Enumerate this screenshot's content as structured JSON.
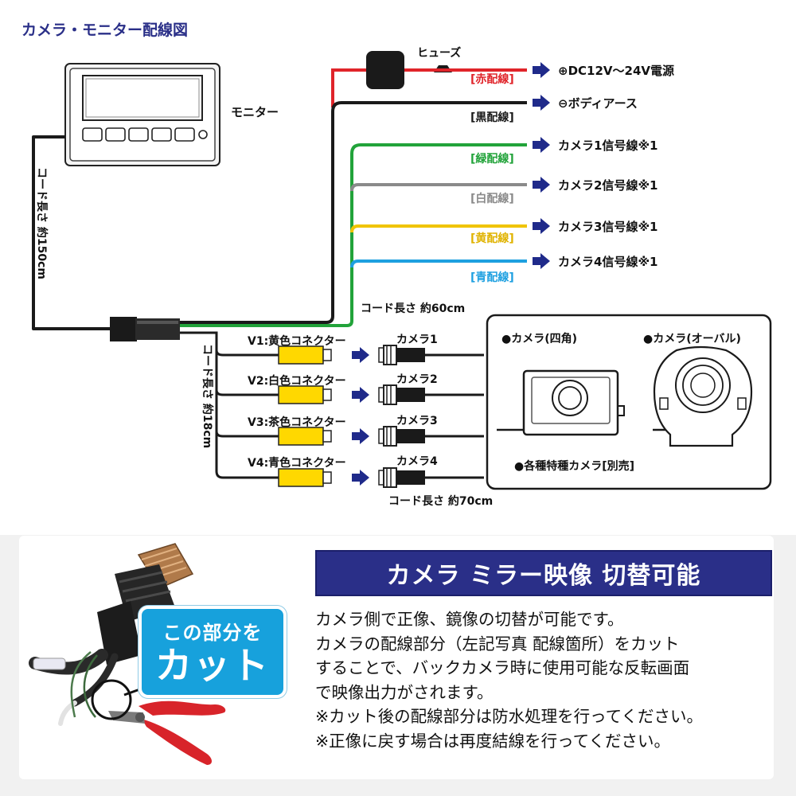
{
  "title": "カメラ・モニター配線図",
  "monitor_label": "モニター",
  "fuse_label": "ヒューズ",
  "monitor_cord_length": "コード長さ 約150cm",
  "branch_cord_length": "コード長さ 約60cm",
  "connector_cord_length": "コード長さ 約18cm",
  "camera_cord_length": "コード長さ 約70cm",
  "wires": [
    {
      "label": "[赤配線]",
      "target": "⊕DC12V～24V電源",
      "color": "#e0242a"
    },
    {
      "label": "[黒配線]",
      "target": "⊖ボディアース",
      "color": "#1a1a1a"
    },
    {
      "label": "[緑配線]",
      "target": "カメラ1信号線※1",
      "color": "#22a33a"
    },
    {
      "label": "[白配線]",
      "target": "カメラ2信号線※1",
      "color": "#8a8a8a"
    },
    {
      "label": "[黄配線]",
      "target": "カメラ3信号線※1",
      "color": "#f0c400"
    },
    {
      "label": "[青配線]",
      "target": "カメラ4信号線※1",
      "color": "#1ea0e0"
    }
  ],
  "connectors": [
    {
      "label": "V1:黄色コネクター",
      "camera": "カメラ1"
    },
    {
      "label": "V2:白色コネクター",
      "camera": "カメラ2"
    },
    {
      "label": "V3:茶色コネクター",
      "camera": "カメラ3"
    },
    {
      "label": "V4:青色コネクター",
      "camera": "カメラ4"
    }
  ],
  "cameras_box": {
    "square": "●カメラ(四角)",
    "oval": "●カメラ(オーバル)",
    "note": "●各種特種カメラ[別売]"
  },
  "colors": {
    "accent_navy": "#2a2f88",
    "arrow_navy": "#1f2a8a",
    "callout_blue": "#17a1dc",
    "connector_yellow": "#ffd800"
  },
  "feature": {
    "banner": "カメラ ミラー映像 切替可能",
    "lines": [
      "カメラ側で正像、鏡像の切替が可能です。",
      "カメラの配線部分（左記写真 配線箇所）をカット",
      "することで、バックカメラ時に使用可能な反転画面",
      "で映像出力がされます。",
      "※カット後の配線部分は防水処理を行ってください。",
      "※正像に戻す場合は再度結線を行ってください。"
    ],
    "callout_line1": "この部分を",
    "callout_line2": "カット"
  }
}
